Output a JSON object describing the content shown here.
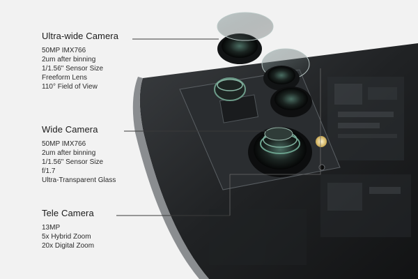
{
  "specs": [
    {
      "title": "Ultra-wide Camera",
      "lines": [
        "50MP IMX766",
        "2um after binning",
        "1/1.56\" Sensor Size",
        "Freeform Lens",
        "110° Field of View"
      ]
    },
    {
      "title": "Wide Camera",
      "lines": [
        "50MP IMX766",
        "2um after binning",
        "1/1.56\" Sensor Size",
        "f/1.7",
        "Ultra-Transparent Glass"
      ]
    },
    {
      "title": "Tele Camera",
      "lines": [
        "13MP",
        "5x Hybrid Zoom",
        "20x Digital Zoom"
      ]
    }
  ],
  "colors": {
    "background": "#f2f2f2",
    "phone_body": "#1c1c1e",
    "lens_glass": "#2e3a36",
    "callout_line": "#3a3a3a"
  }
}
